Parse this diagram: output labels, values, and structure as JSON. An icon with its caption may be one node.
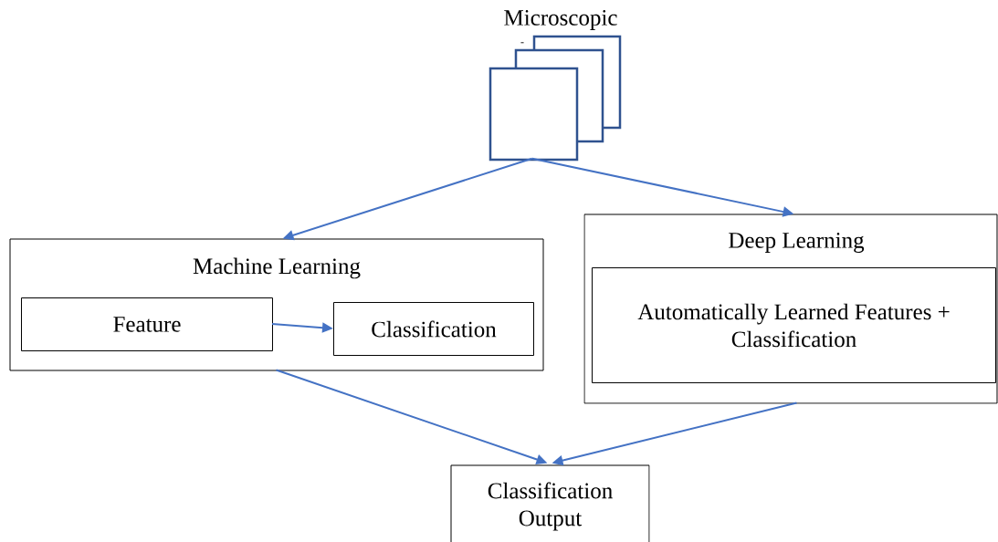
{
  "diagram": {
    "nodes": [
      {
        "text": [
          "Microscopic"
        ]
      },
      {
        "text": [
          "Machine Learning"
        ]
      },
      {
        "text": [
          "Feature"
        ],
        "in": 1
      },
      {
        "text": [
          "Classification"
        ],
        "in": 1
      },
      {
        "text": [
          "Deep Learning"
        ]
      },
      {
        "text": [
          "Automatically Learned Features + Classification"
        ],
        "in": 4
      },
      {
        "text": [
          "Classification Output"
        ]
      }
    ],
    "edges": [
      {
        "from": 0,
        "to": 1,
        "arrow": "to"
      },
      {
        "from": 0,
        "to": 4,
        "arrow": "to"
      },
      {
        "from": 2,
        "to": 3,
        "arrow": "to"
      },
      {
        "from": 1,
        "to": 6,
        "arrow": "to"
      },
      {
        "from": 4,
        "to": 6,
        "arrow": "to"
      }
    ],
    "labels": [
      "-"
    ]
  }
}
